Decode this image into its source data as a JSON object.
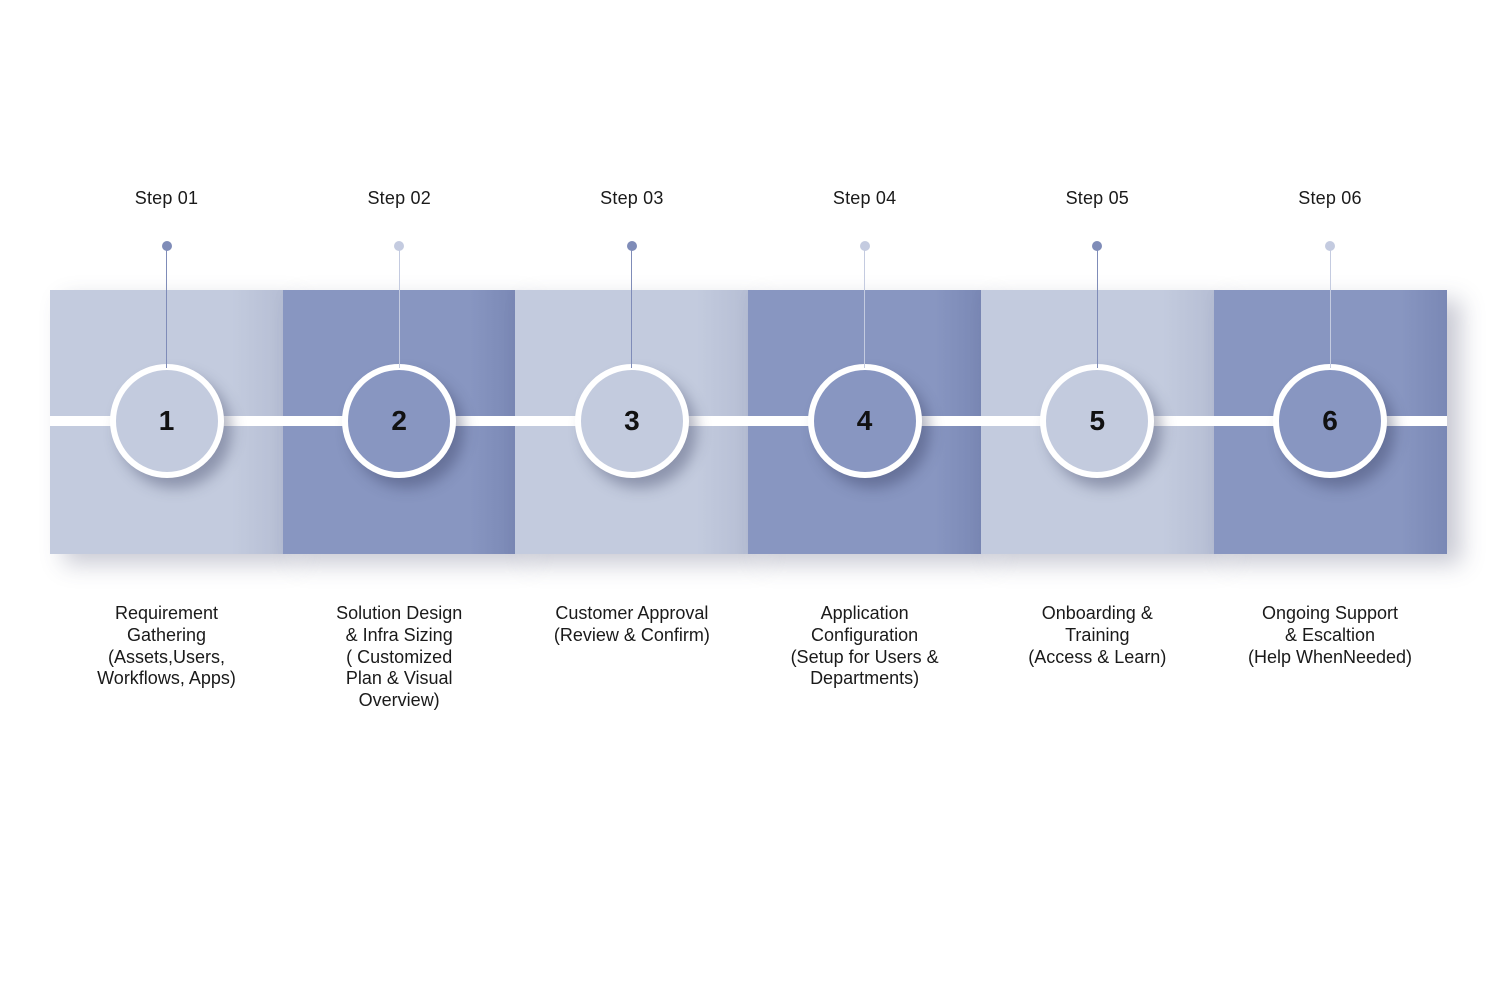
{
  "colors": {
    "light_panel": "#c3cbde",
    "dark_panel": "#8896c1",
    "track": "#ffffff",
    "circle_border": "#ffffff"
  },
  "steps": [
    {
      "label": "Step 01",
      "number": "1",
      "tone": "light",
      "pin_color": "#7f8cb8",
      "desc_lines": [
        "Requirement",
        "Gathering",
        "(Assets,Users,",
        "Workflows, Apps)"
      ]
    },
    {
      "label": "Step 02",
      "number": "2",
      "tone": "dark",
      "pin_color": "#c4cbe0",
      "desc_lines": [
        "Solution Design",
        "& Infra Sizing",
        "( Customized",
        "Plan & Visual",
        "Overview)"
      ]
    },
    {
      "label": "Step 03",
      "number": "3",
      "tone": "light",
      "pin_color": "#7f8cb8",
      "desc_lines": [
        "Customer Approval",
        "(Review & Confirm)"
      ]
    },
    {
      "label": "Step 04",
      "number": "4",
      "tone": "dark",
      "pin_color": "#c4cbe0",
      "desc_lines": [
        "Application",
        "Configuration",
        "(Setup for Users &",
        "Departments)"
      ]
    },
    {
      "label": "Step 05",
      "number": "5",
      "tone": "light",
      "pin_color": "#7f8cb8",
      "desc_lines": [
        "Onboarding &",
        "Training",
        "(Access & Learn)"
      ]
    },
    {
      "label": "Step 06",
      "number": "6",
      "tone": "dark",
      "pin_color": "#c4cbe0",
      "desc_lines": [
        "Ongoing Support",
        "& Escaltion",
        "(Help WhenNeeded)"
      ]
    }
  ]
}
